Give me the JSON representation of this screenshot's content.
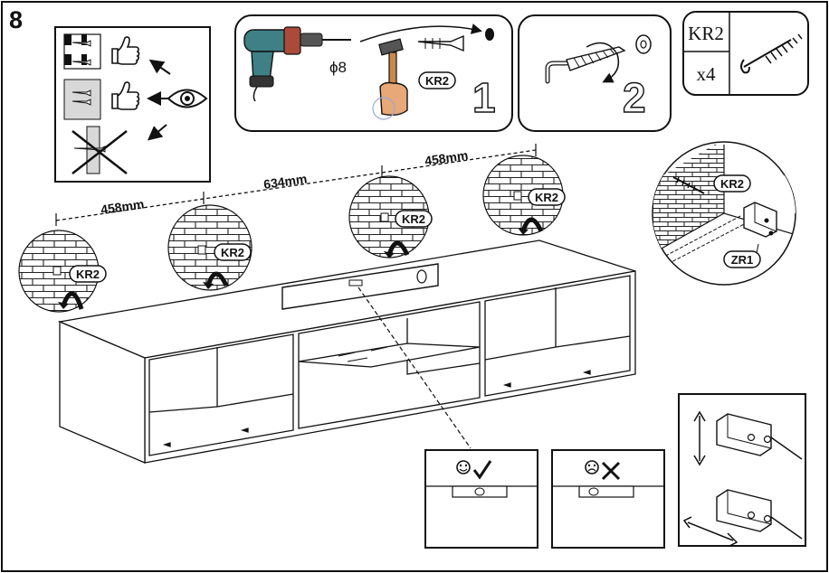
{
  "step": "8",
  "drill": {
    "diameter": "ϕ8"
  },
  "sub_steps": [
    "1",
    "2"
  ],
  "parts": {
    "kr2": "KR2",
    "zr1": "ZR1",
    "qty": "x4"
  },
  "dimensions": {
    "left": "458mm",
    "middle": "634mm",
    "right": "458mm"
  },
  "callouts": {
    "wall_1": "KR2",
    "wall_2": "KR2",
    "wall_3": "KR2",
    "wall_4": "KR2",
    "corner": "KR2",
    "bracket": "ZR1",
    "drill_step": "KR2"
  },
  "icons": [
    "thumb-up-icon",
    "eye-icon",
    "drill-icon",
    "hammer-icon",
    "dowel-icon",
    "hook-screw-icon",
    "washer-icon",
    "rotate-arrow-icon",
    "spirit-level-icon",
    "happy-face-icon",
    "sad-face-icon",
    "check-icon",
    "cross-icon",
    "updown-arrow-icon",
    "leftright-arrow-icon"
  ],
  "colors": {
    "drill_body": "#3f7f86",
    "hand": "#e8a878",
    "hammer_handle": "#c98a4a",
    "line": "#111111"
  }
}
